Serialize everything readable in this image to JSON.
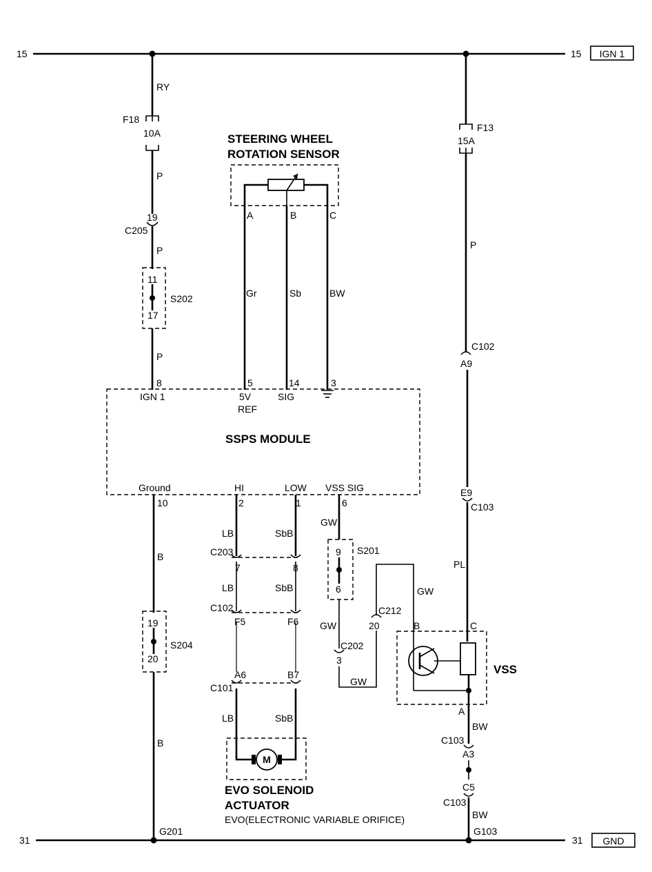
{
  "rails": {
    "top_left": "15",
    "top_right": "15",
    "top_badge": "IGN 1",
    "bottom_left": "31",
    "bottom_right": "31",
    "bottom_badge": "GND"
  },
  "left_branch": {
    "wire_ry": "RY",
    "fuse_name": "F18",
    "fuse_rating": "10A",
    "wire_p1": "P",
    "c205_pin": "19",
    "c205": "C205",
    "wire_p2": "P",
    "s202": "S202",
    "s202_top": "11",
    "s202_bottom": "17",
    "wire_p3": "P"
  },
  "sensor": {
    "title_line1": "STEERING WHEEL",
    "title_line2": "ROTATION SENSOR",
    "pin_a": "A",
    "pin_b": "B",
    "pin_c": "C",
    "wire_a": "Gr",
    "wire_b": "Sb",
    "wire_c": "BW"
  },
  "module": {
    "title": "SSPS MODULE",
    "pin_ign": "8",
    "lbl_ign": "IGN 1",
    "pin_5v": "5",
    "lbl_5v_line1": "5V",
    "lbl_5v_line2": "REF",
    "pin_sig": "14",
    "lbl_sig": "SIG",
    "pin_gnd_sym": "3",
    "lbl_ground": "Ground",
    "pin_ground": "10",
    "lbl_hi": "HI",
    "pin_hi": "2",
    "lbl_low": "LOW",
    "pin_low": "1",
    "lbl_vss": "VSS SIG",
    "pin_vss": "6"
  },
  "right_branch": {
    "fuse_name": "F13",
    "fuse_rating": "15A",
    "wire_p": "P",
    "c102": "C102",
    "a9": "A9",
    "e9": "E9",
    "c103_top": "C103",
    "wire_pl": "PL",
    "vss_c": "C",
    "vss_label": "VSS",
    "vss_a": "A",
    "wire_bw1": "BW",
    "c103_mid": "C103",
    "a3": "A3",
    "c5": "C5",
    "c103_bottom": "C103",
    "wire_bw2": "BW",
    "g103": "G103"
  },
  "ground_branch": {
    "wire_b1": "B",
    "s204": "S204",
    "s204_top": "19",
    "s204_bottom": "20",
    "wire_b2": "B",
    "g201": "G201"
  },
  "actuator": {
    "wire_lb1": "LB",
    "wire_sbb1": "SbB",
    "c203": "C203",
    "c203_pin_left": "7",
    "c203_pin_right": "8",
    "wire_lb2": "LB",
    "wire_sbb2": "SbB",
    "c102": "C102",
    "c102_pin_left": "F5",
    "c102_pin_right": "F6",
    "c101": "C101",
    "c101_pin_left": "A6",
    "c101_pin_right": "B7",
    "wire_lb3": "LB",
    "wire_sbb3": "SbB",
    "motor": "M",
    "title_line1": "EVO SOLENOID",
    "title_line2": "ACTUATOR",
    "subtitle": "EVO(ELECTRONIC VARIABLE ORIFICE)"
  },
  "vss_signal": {
    "wire_gw1": "GW",
    "s201": "S201",
    "s201_top": "9",
    "s201_bottom": "6",
    "wire_gw2": "GW",
    "c202": "C202",
    "c202_pin": "3",
    "wire_gw3": "GW",
    "c212": "C212",
    "c212_pin": "20",
    "wire_gw4": "GW",
    "vss_b": "B"
  }
}
